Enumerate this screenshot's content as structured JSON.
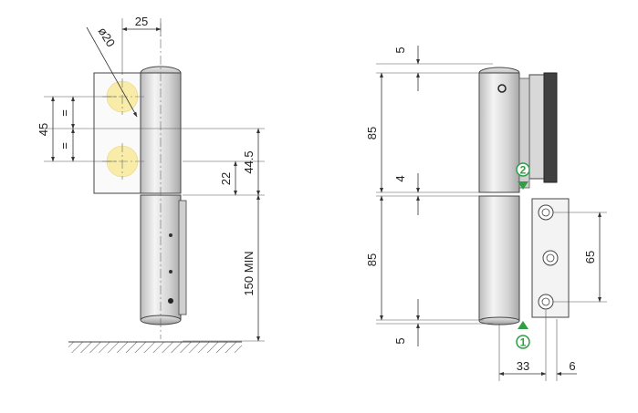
{
  "colors": {
    "hole_fill": "#f8eca8",
    "marker_green": "#2f9e44",
    "metal_light": "#f2f2f2",
    "metal_mid": "#d9d9d9",
    "metal_dark": "#9a9a9a",
    "plate_dark": "#404040"
  },
  "left_view": {
    "dim_width": "25",
    "dim_diameter": "ø20",
    "dim_hole_spacing": "45",
    "dim_equal_upper": "=",
    "dim_equal_lower": "=",
    "dim_22": "22",
    "dim_44_5": "44.5",
    "dim_150_min": "150 MIN"
  },
  "right_view": {
    "dim_top_5": "5",
    "dim_upper_85": "85",
    "dim_4": "4",
    "dim_lower_85": "85",
    "dim_bottom_5": "5",
    "dim_65": "65",
    "dim_33": "33",
    "dim_6": "6",
    "marker_1": "1",
    "marker_2": "2"
  }
}
